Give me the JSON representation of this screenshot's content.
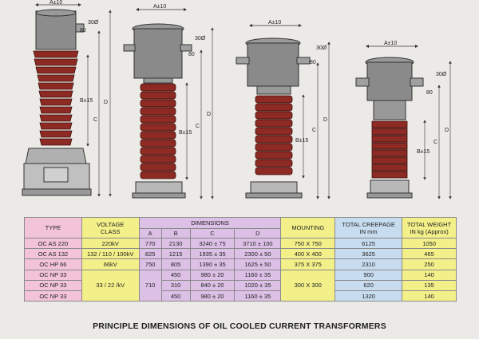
{
  "drawings": {
    "dim_a": "A±10",
    "dim_b": "B±15",
    "dim_c": "C",
    "dim_d": "D",
    "dim_80": "80",
    "dim_30": "30Ø",
    "colors": {
      "insulator": "#8e2a24",
      "head": "#888888",
      "base": "#b0b0b0"
    }
  },
  "table": {
    "headers": {
      "type": "TYPE",
      "voltage": "VOLTAGE\nCLASS",
      "dimensions": "DIMENSIONS",
      "a": "A",
      "b": "B",
      "c": "C",
      "d": "D",
      "mounting": "MOUNTING",
      "creepage": "TOTAL CREEPAGE\nIN mm",
      "weight": "TOTAL WEIGHT\nIN kg (Approx)"
    },
    "rows": [
      {
        "type": "OC AS 220",
        "voltage": "220kV",
        "a": "770",
        "b": "2130",
        "c": "3240 ± 75",
        "d": "3710 ± 100",
        "mounting": "750 X 750",
        "creepage": "6125",
        "weight": "1050"
      },
      {
        "type": "OC AS 132",
        "voltage": "132 / 110 / 100kV",
        "a": "825",
        "b": "1215",
        "c": "1935 ± 35",
        "d": "2300 ± 50",
        "mounting": "400 X 400",
        "creepage": "3625",
        "weight": "465"
      },
      {
        "type": "OC HP 66",
        "voltage": "66kV",
        "a": "750",
        "b": "805",
        "c": "1390 ± 35",
        "d": "1625 ± 50",
        "mounting": "375 X 375",
        "creepage": "2310",
        "weight": "250"
      },
      {
        "type": "OC NP 33",
        "voltage": "33 / 22 /kV",
        "a": "710",
        "b": "450",
        "c": "980 ± 20",
        "d": "1160 ± 35",
        "mounting": "300 X 300",
        "creepage": "900",
        "weight": "140"
      },
      {
        "type": "OC NP 33",
        "b": "310",
        "c": "840 ± 20",
        "d": "1020 ± 35",
        "creepage": "620",
        "weight": "135"
      },
      {
        "type": "OC NP 33",
        "b": "450",
        "c": "980 ± 20",
        "d": "1160 ± 35",
        "creepage": "1320",
        "weight": "140"
      }
    ]
  },
  "caption": "PRINCIPLE DIMENSIONS OF OIL COOLED CURRENT TRANSFORMERS"
}
